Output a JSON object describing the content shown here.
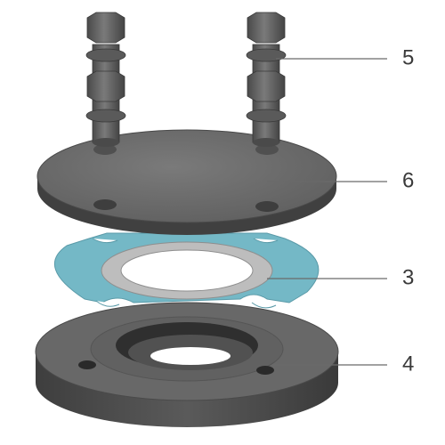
{
  "callouts": {
    "bolts": "5",
    "cover_plate": "6",
    "gasket": "3",
    "base_flange": "4"
  },
  "colors": {
    "metal_top": "#6e6e6e",
    "metal_side": "#4c4c4c",
    "metal_dark": "#3c3c3c",
    "gasket": "#74b8c6",
    "gasket_ring": "#bdbdbd",
    "background": "#ffffff"
  }
}
